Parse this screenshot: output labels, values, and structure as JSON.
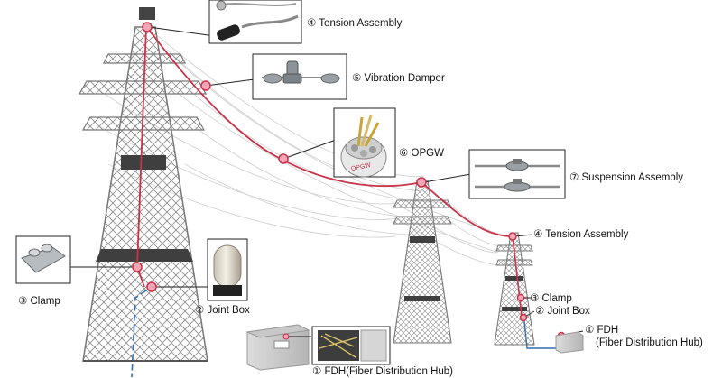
{
  "labels": {
    "tension_assembly_1": "④ Tension Assembly",
    "vibration_damper": "⑤ Vibration Damper",
    "opgw": "⑥ OPGW",
    "suspension_assembly": "⑦ Suspension Assembly",
    "tension_assembly_2": "④ Tension Assembly",
    "clamp_left": "③ Clamp",
    "joint_box_left": "② Joint Box",
    "fdh_left": "① FDH(Fiber Distribution Hub)",
    "clamp_right": "③ Clamp",
    "joint_box_right": "② Joint Box",
    "fdh_right_line1": "① FDH",
    "fdh_right_line2": "(Fiber Distribution Hub)"
  },
  "callout_texts": {
    "opgw_cable_print": "OPGW"
  },
  "colors": {
    "opgw_cable": "#c8334a",
    "marker_fill": "#f4a6b6",
    "fiber_line": "#2f6fb5",
    "tower_steel": "#7d7d7d",
    "tower_band": "#3f3f3f",
    "power_lines": "#c9c9c9",
    "callout_border": "#222222"
  }
}
